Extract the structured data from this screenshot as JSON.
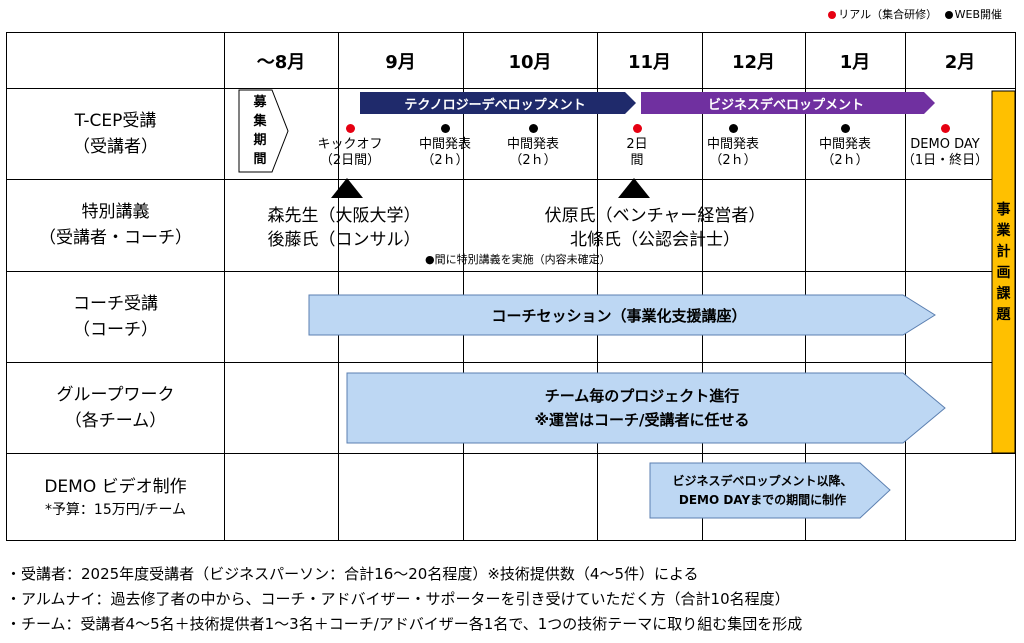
{
  "legend": {
    "real": "リアル（集合研修）",
    "web": "WEB開催"
  },
  "months": [
    "〜8月",
    "9月",
    "10月",
    "11月",
    "12月",
    "1月",
    "2月"
  ],
  "rows": [
    {
      "title": "T-CEP受講",
      "sub": "（受講者）"
    },
    {
      "title": "特別講義",
      "sub": "（受講者・コーチ）"
    },
    {
      "title": "コーチ受講",
      "sub": "（コーチ）"
    },
    {
      "title": "グループワーク",
      "sub": "（各チーム）"
    },
    {
      "title": "DEMO ビデオ制作",
      "sub": "*予算：15万円/チーム"
    }
  ],
  "recruit": {
    "label": "募集期間"
  },
  "phases": {
    "tech": "テクノロジーデベロップメント",
    "biz": "ビジネスデベロップメント"
  },
  "events": [
    {
      "type": "real",
      "line1": "キックオフ",
      "line2": "（2日間）"
    },
    {
      "type": "web",
      "line1": "中間発表",
      "line2": "（2ｈ）"
    },
    {
      "type": "web",
      "line1": "中間発表",
      "line2": "（2ｈ）"
    },
    {
      "type": "real",
      "line1": "2日",
      "line2": "間"
    },
    {
      "type": "web",
      "line1": "中間発表",
      "line2": "（2ｈ）"
    },
    {
      "type": "web",
      "line1": "中間発表",
      "line2": "（2ｈ）"
    },
    {
      "type": "real",
      "line1": "DEMO DAY",
      "line2": "（1日・終日）"
    }
  ],
  "speakers": {
    "left": [
      "森先生（大阪大学）",
      "後藤氏（コンサル）"
    ],
    "right": [
      "伏原氏（ベンチャー経営者）",
      "北條氏（公認会計士）"
    ],
    "note": "●間に特別講義を実施（内容未確定）"
  },
  "arrows": {
    "coach": "コーチセッション（事業化支援講座）",
    "group1": "チーム毎のプロジェクト進行",
    "group2": "※運営はコーチ/受講者に任せる",
    "demo1": "ビジネスデベロップメント以降、",
    "demo2": "DEMO DAYまでの期間に制作"
  },
  "plan_bar": "事業計画課題",
  "footer": [
    "・受講者：2025年度受講者（ビジネスパーソン：合計16〜20名程度）※技術提供数（4〜5件）による",
    "・アルムナイ：過去修了者の中から、コーチ・アドバイザー・サポーターを引き受けていただく方（合計10名程度）",
    "・チーム：受講者4〜5名＋技術提供者1〜3名＋コーチ/アドバイザー各1名で、1つの技術テーマに取り組む集団を形成"
  ],
  "colors": {
    "tech": "#1f2a6b",
    "biz": "#7030a0",
    "light": "#bdd7f3",
    "gold": "#ffc000",
    "red": "#e60012"
  }
}
